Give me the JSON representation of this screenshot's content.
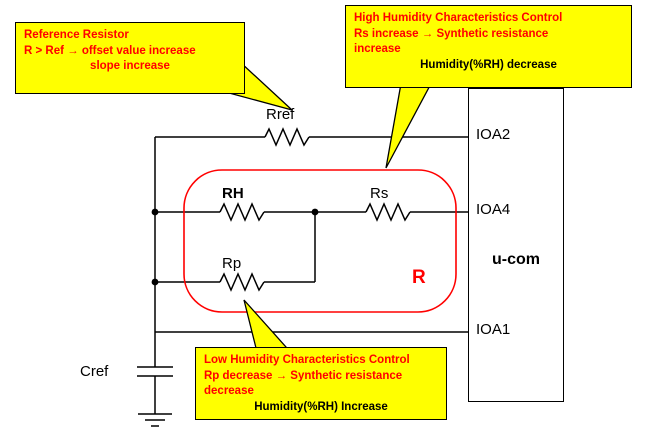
{
  "callouts": {
    "reference": {
      "line1": "Reference Resistor",
      "line2": "R > Ref →  offset value increase",
      "line3": "slope increase"
    },
    "high_humidity": {
      "line1": "High Humidity Characteristics Control",
      "line2": "Rs increase → Synthetic resistance",
      "line3": "increase",
      "line4": "Humidity(%RH) decrease"
    },
    "low_humidity": {
      "line1": "Low Humidity Characteristics Control",
      "line2": "Rp decrease → Synthetic resistance",
      "line3": "decrease",
      "line4": "Humidity(%RH) Increase"
    }
  },
  "labels": {
    "rref": "Rref",
    "rh": "RH",
    "rs": "Rs",
    "rp": "Rp",
    "r": "R",
    "cref": "Cref",
    "ucom": "u-com",
    "ioa2": "IOA2",
    "ioa4": "IOA4",
    "ioa1": "IOA1"
  },
  "colors": {
    "callout_bg": "#FFFF00",
    "callout_text": "#FF0000",
    "highlight_red": "#FF0000",
    "wire": "#000000"
  }
}
